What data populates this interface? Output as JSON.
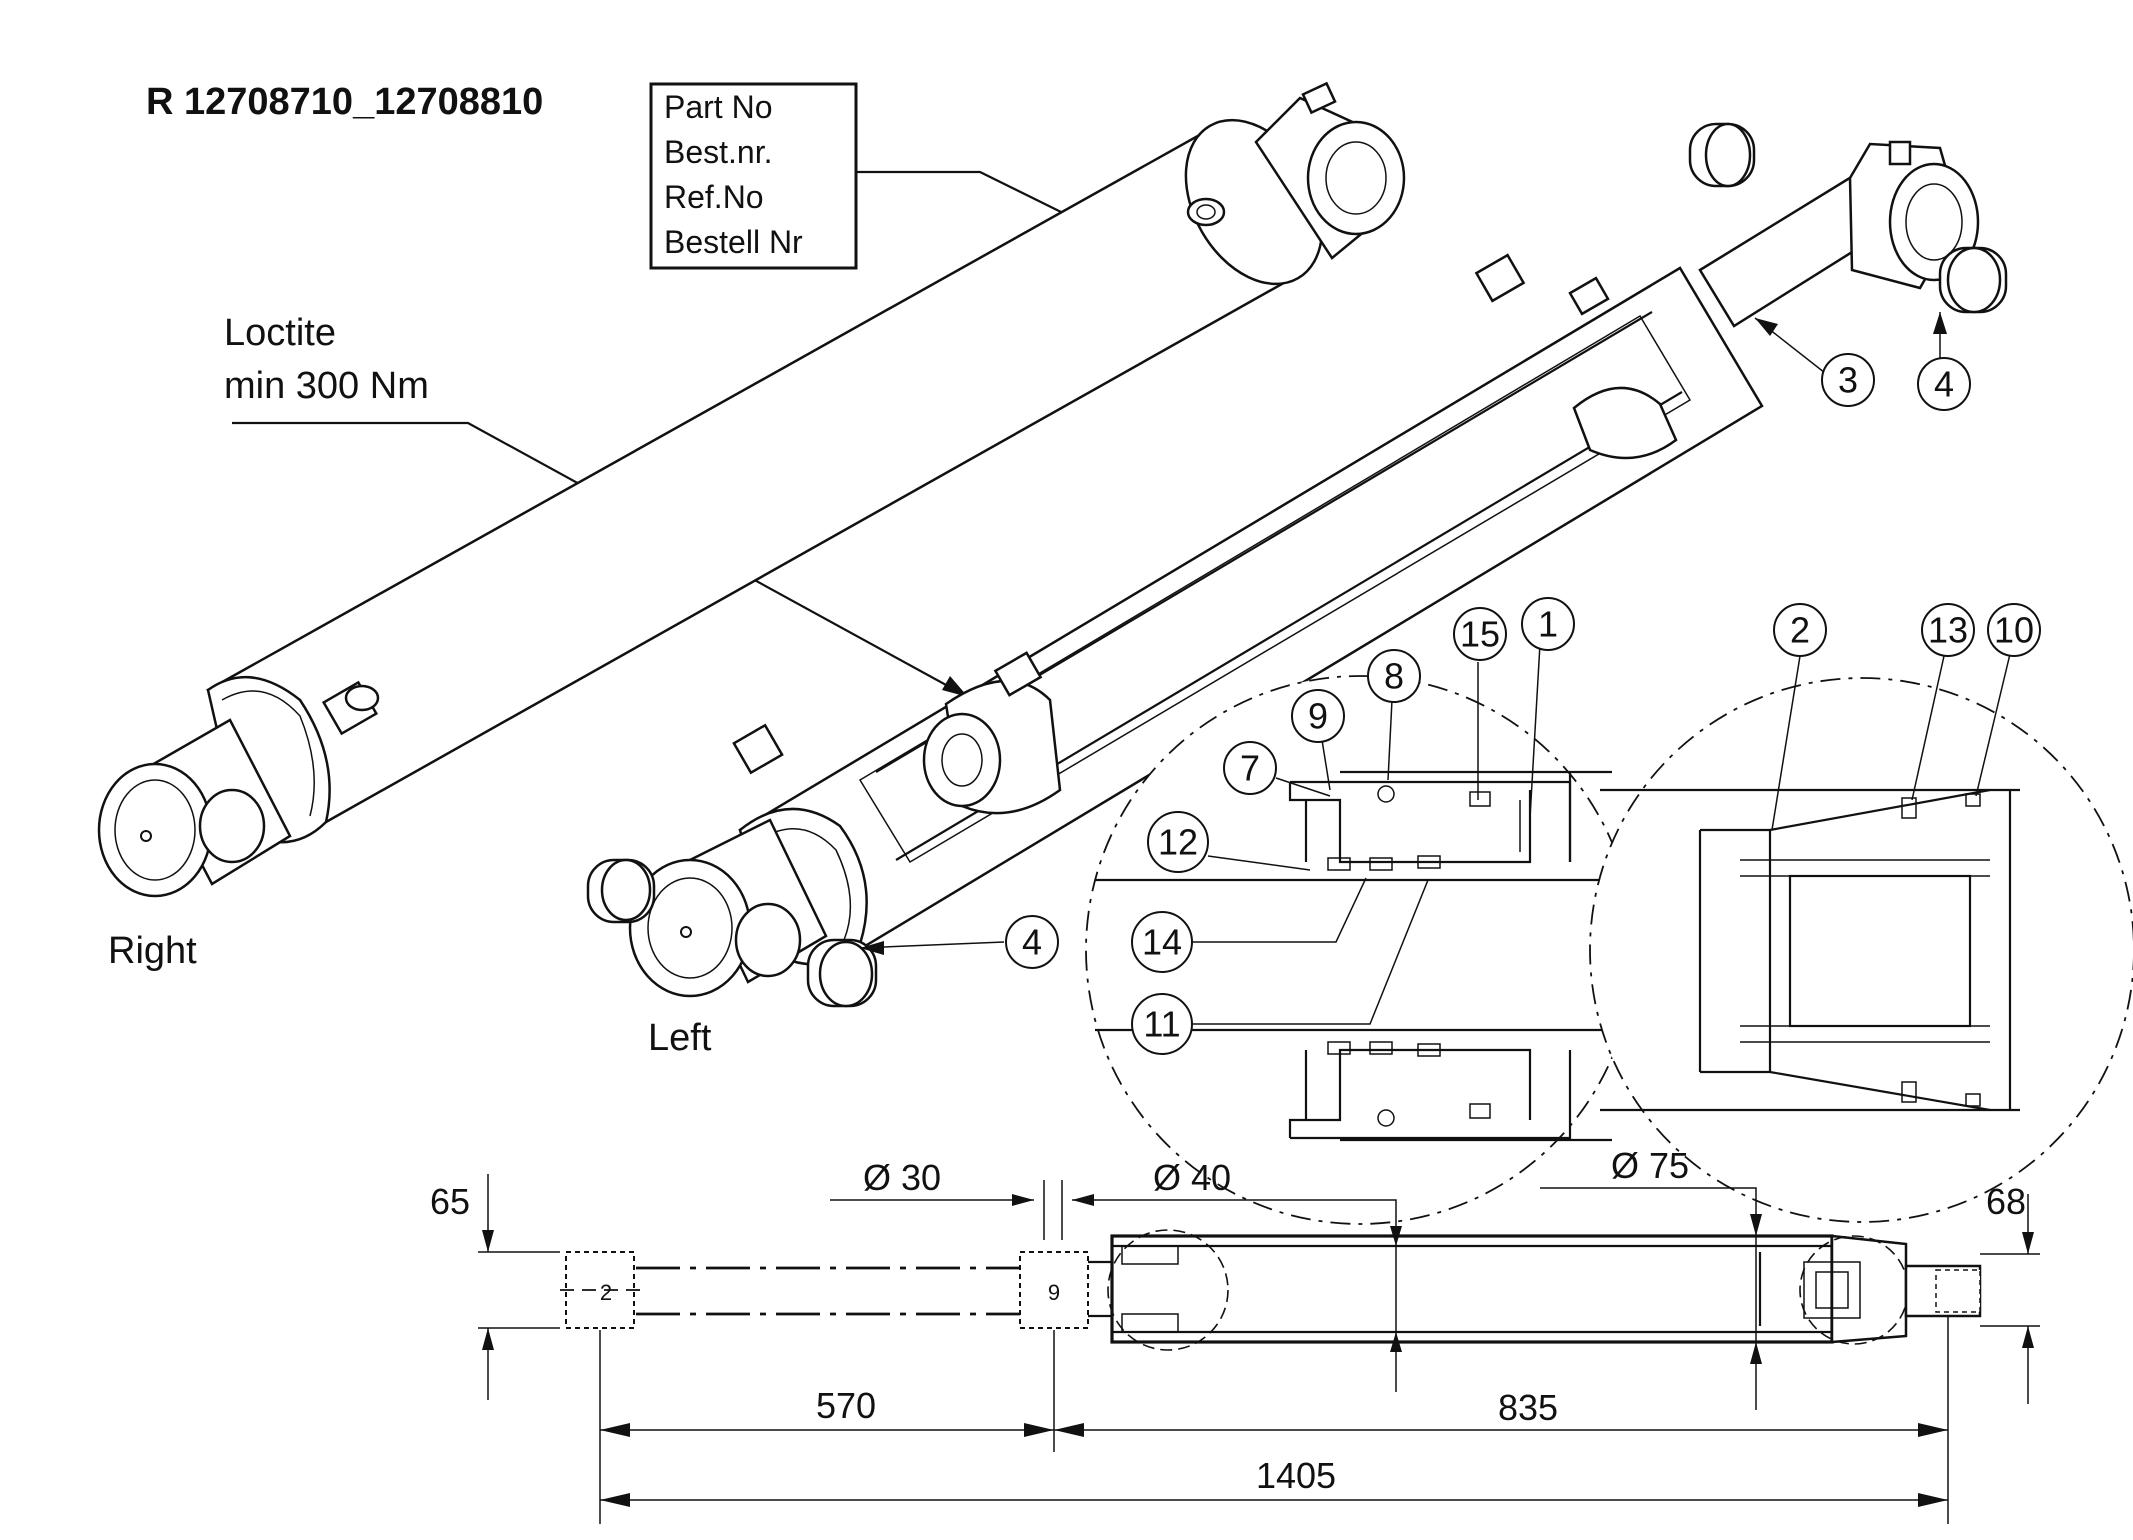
{
  "title": "R 12708710_12708810",
  "part_box": [
    "Part No",
    "Best.nr.",
    "Ref.No",
    "Bestell Nr"
  ],
  "loctite_note": [
    "Loctite",
    "min 300 Nm"
  ],
  "view_labels": {
    "right": "Right",
    "left": "Left"
  },
  "callouts": {
    "c1": "1",
    "c2": "2",
    "c3": "3",
    "c4a": "4",
    "c4b": "4",
    "c7": "7",
    "c8": "8",
    "c9": "9",
    "c10": "10",
    "c11": "11",
    "c12": "12",
    "c13": "13",
    "c14": "14",
    "c15": "15"
  },
  "dimensions": {
    "dia_rod": "Ø 30",
    "dia_pin": "Ø 40",
    "dia_tube": "Ø 75",
    "eye_left": "65",
    "eye_right": "68",
    "stroke": "570",
    "closed_length": "835",
    "extended_length": "1405"
  },
  "eye_marks": {
    "left": "2",
    "mid": "9"
  }
}
